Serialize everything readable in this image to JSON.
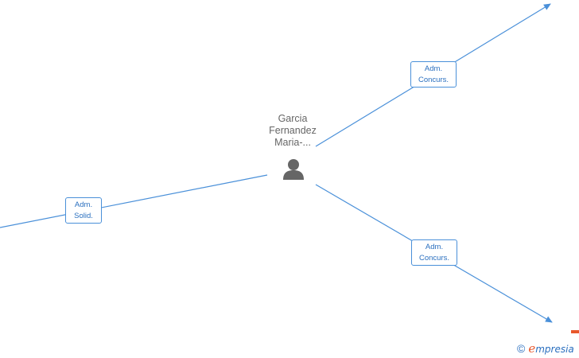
{
  "person": {
    "name_lines": [
      "Garcia",
      "Fernandez",
      "Maria-..."
    ],
    "icon": "person-icon"
  },
  "edges": [
    {
      "label_lines": [
        "Adm.",
        "Concurs."
      ],
      "direction": "outgoing-upper-right"
    },
    {
      "label_lines": [
        "Adm.",
        "Solid."
      ],
      "direction": "incoming-left"
    },
    {
      "label_lines": [
        "Adm.",
        "Concurs."
      ],
      "direction": "outgoing-lower-right"
    }
  ],
  "footer": {
    "copyright_symbol": "©",
    "brand_initial": "e",
    "brand_rest": "mpresia"
  },
  "colors": {
    "edge": "#4a90d9",
    "label_text": "#2a6fbf",
    "person": "#666666",
    "brand_accent": "#e8572b"
  }
}
